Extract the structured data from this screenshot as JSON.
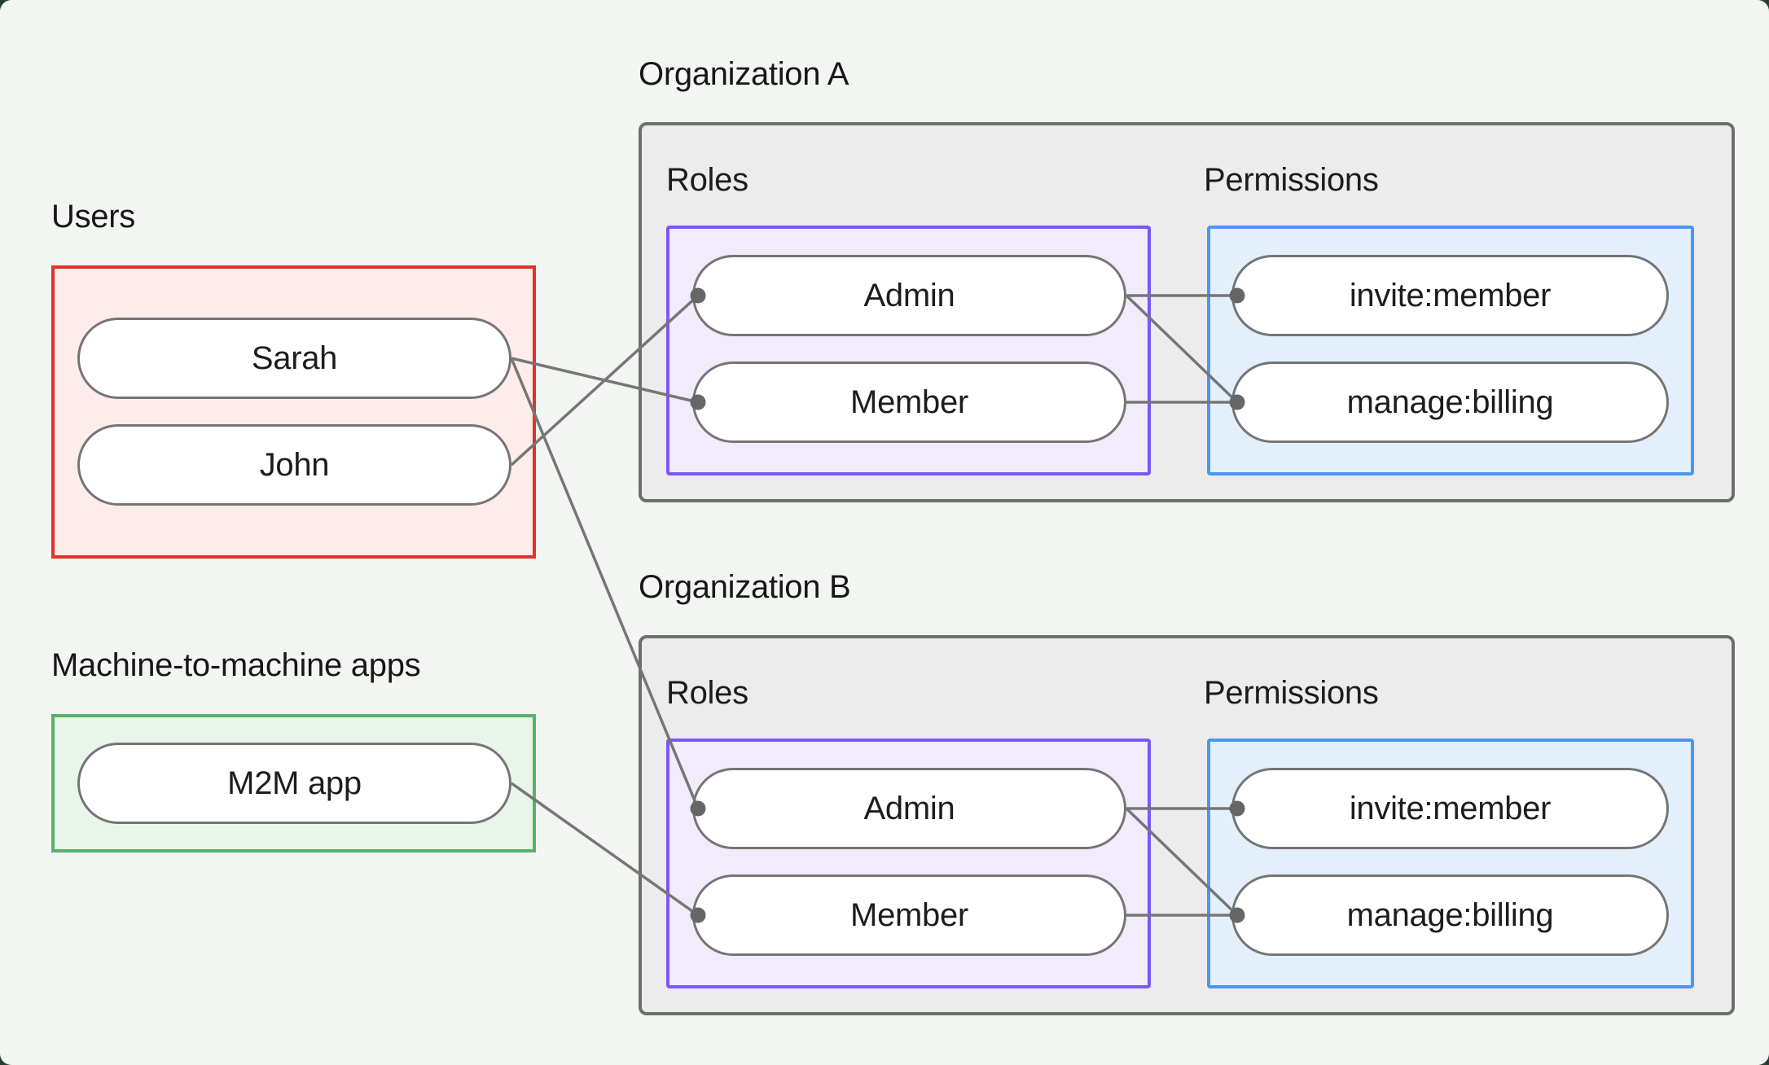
{
  "canvas": {
    "bg_color": "#f3f5f2",
    "outside_color": "#24402f"
  },
  "colors": {
    "canvas-bg": "#f3f5f2",
    "red-border": "#e23229",
    "red-fill": "#fdecea",
    "green-border": "#57b368",
    "green-fill": "#e9f5ea",
    "purple-border": "#7a58f7",
    "purple-fill": "#f1ebfc",
    "blue-border": "#4b96f3",
    "blue-fill": "#e3f0fc",
    "org-border": "#6e6e6e",
    "org-fill": "#ececec",
    "pill-border": "#757575",
    "line-color": "#767676",
    "dot-color": "#666666"
  },
  "users_section": {
    "label": "Users",
    "items": [
      {
        "label": "Sarah"
      },
      {
        "label": "John"
      }
    ]
  },
  "m2m_section": {
    "label": "Machine-to-machine apps",
    "items": [
      {
        "label": "M2M app"
      }
    ]
  },
  "organizations": [
    {
      "label": "Organization A",
      "roles_label": "Roles",
      "permissions_label": "Permissions",
      "roles": [
        "Admin",
        "Member"
      ],
      "permissions": [
        "invite:member",
        "manage:billing"
      ]
    },
    {
      "label": "Organization B",
      "roles_label": "Roles",
      "permissions_label": "Permissions",
      "roles": [
        "Admin",
        "Member"
      ],
      "permissions": [
        "invite:member",
        "manage:billing"
      ]
    }
  ],
  "connections": [
    {
      "from": "sarah",
      "to": "member-a"
    },
    {
      "from": "john",
      "to": "admin-a"
    },
    {
      "from": "sarah",
      "to": "admin-b"
    },
    {
      "from": "m2m",
      "to": "member-b"
    },
    {
      "from": "admin-a",
      "to": "invite-a"
    },
    {
      "from": "admin-a",
      "to": "manage-a"
    },
    {
      "from": "member-a",
      "to": "manage-a"
    },
    {
      "from": "admin-b",
      "to": "invite-b"
    },
    {
      "from": "admin-b",
      "to": "manage-b"
    },
    {
      "from": "member-b",
      "to": "manage-b"
    }
  ]
}
